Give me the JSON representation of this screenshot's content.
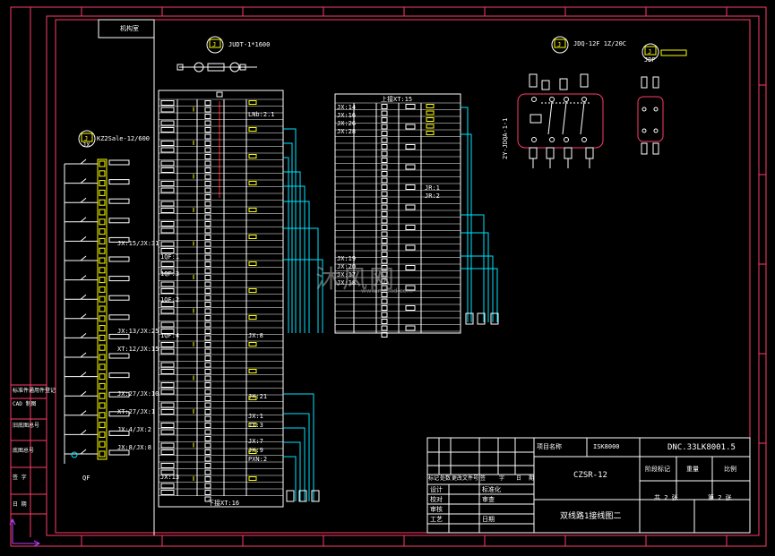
{
  "drawing": {
    "room_label": "机构室",
    "motor_label": "JUDT-1*1600",
    "motor_badge": "J",
    "relay_right_label": "JDQ-12F 1Z/20C",
    "relay_right_badge": "J",
    "far_right_label": "JDF",
    "far_right_badge": "J",
    "left_circle_label": "JX",
    "left_circle_badge": "J",
    "left_coil_label": "KZ2Sale-12/600",
    "qf_label": "QF",
    "relay_vertical_label": "2Y-JDQA-1-1",
    "terminal_groups": [
      {
        "label": "JX:15/JX:31"
      },
      {
        "label": "JX:13/JX:25"
      },
      {
        "label": "XT:12/JX:15"
      },
      {
        "label": "JX:27/JX:10"
      },
      {
        "label": "XT:27/JX:1"
      },
      {
        "label": "JX:4/JX:2"
      },
      {
        "label": "JX:8/JX:8"
      }
    ],
    "left_table": {
      "footer": "下接XT:16",
      "row_labels": [
        {
          "label": "LNb:2.1"
        },
        {
          "label": "1QF:1"
        },
        {
          "label": "1QF:3"
        },
        {
          "label": "1QF:2"
        },
        {
          "label": "1QF:4"
        },
        {
          "label": "JX:8"
        },
        {
          "label": "JX:21"
        },
        {
          "label": "JX:1"
        },
        {
          "label": "JX:3"
        },
        {
          "label": "JX:7"
        },
        {
          "label": "JX:9"
        },
        {
          "label": "PXN:2"
        },
        {
          "label": "JX:13"
        }
      ]
    },
    "right_table": {
      "header": "上接XT:15",
      "rows_top": [
        "JX:14",
        "JX:16",
        "JX:26",
        "JX:28"
      ],
      "rows_mid": [
        "JR:1",
        "JR:2"
      ],
      "rows_bottom": [
        "JX:19",
        "JX:20",
        "JX:17",
        "JX:18"
      ]
    },
    "watermark": "沐风网",
    "watermark_url": "www.mfcad.com"
  },
  "title_block": {
    "project_name_label": "项目名称",
    "project_name_value": "ISK8000",
    "drawing_no": "DNC.33LK8001.5",
    "equipment": "CZSR-12",
    "drawing_title": "双线路1接线图二",
    "mark_header": [
      "标记",
      "处数",
      "更改文件号",
      "签",
      "字",
      "日",
      "期"
    ],
    "design_rows": [
      {
        "role": "设计",
        "col2": "标准化"
      },
      {
        "role": "校对",
        "col2": "审查"
      },
      {
        "role": "审核",
        "col2": ""
      },
      {
        "role": "工艺",
        "col2": "日期"
      }
    ],
    "stage_headers": [
      "阶段标记",
      "重量",
      "比例"
    ],
    "sheet_total": "共 2 张",
    "sheet_no": "第 2 张"
  },
  "left_strip": [
    {
      "text": "标准件通用件登记"
    },
    {
      "text": "CAD 制图"
    },
    {
      "text": "旧底图总号"
    },
    {
      "text": "底图总号"
    },
    {
      "text": "签 字"
    },
    {
      "text": "日 期"
    }
  ],
  "colors": {
    "frame": "#ff3b6b",
    "line": "#ffffff",
    "wire": "#00e5ff",
    "terminal": "#ffff00",
    "red_line": "#ff2020"
  }
}
